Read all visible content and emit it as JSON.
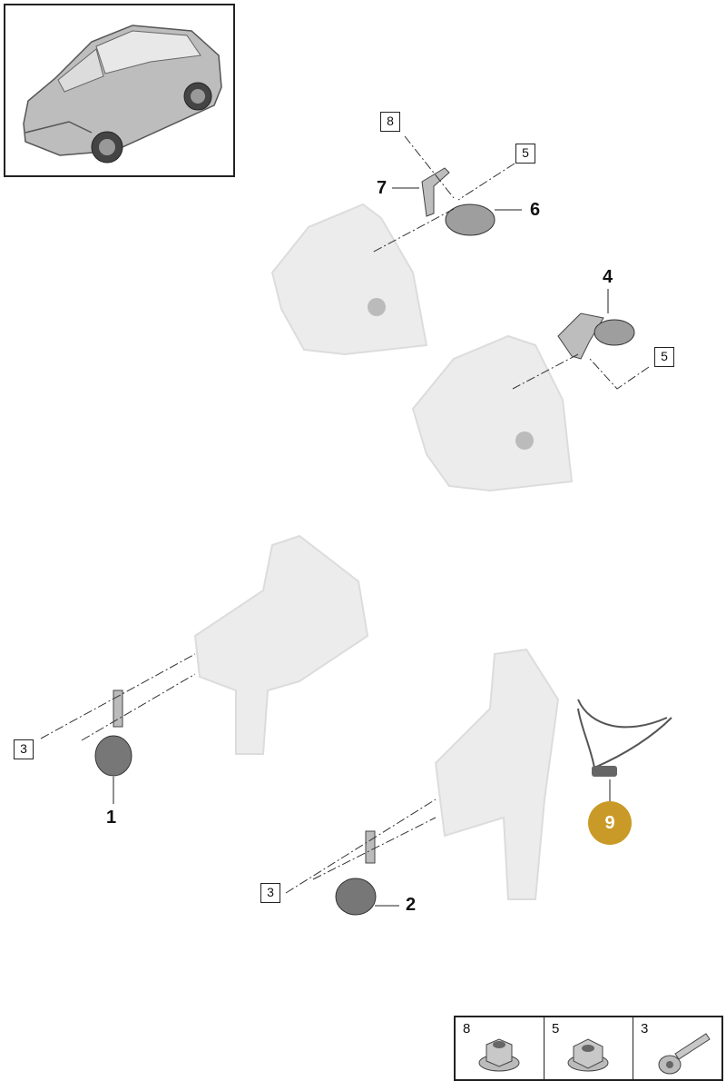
{
  "callouts": {
    "c8_top": "8",
    "c5_top": "5",
    "c7": "7",
    "c6": "6",
    "c4": "4",
    "c5_right": "5",
    "c3_left": "3",
    "c1": "1",
    "c3_mid": "3",
    "c2": "2",
    "c9": "9"
  },
  "legend": [
    {
      "number": "8",
      "icon": "flange-nut-icon"
    },
    {
      "number": "5",
      "icon": "hex-nut-icon"
    },
    {
      "number": "3",
      "icon": "socket-bolt-icon"
    }
  ],
  "colors": {
    "highlight": "#c99a27",
    "part_fill": "#e6e6e6",
    "line": "#222222"
  }
}
